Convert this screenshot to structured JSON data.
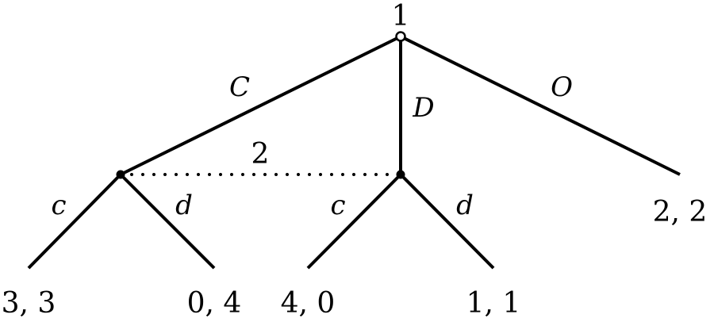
{
  "root": {
    "player": "1"
  },
  "info_set": {
    "player": "2"
  },
  "actions": {
    "root_left": "C",
    "root_middle": "D",
    "root_right": "O",
    "left_node_left": "c",
    "left_node_right": "d",
    "middle_node_left": "c",
    "middle_node_right": "d"
  },
  "payoffs": {
    "C_c": "3, 3",
    "C_d": "0, 4",
    "D_c": "4, 0",
    "D_d": "1, 1",
    "O": "2, 2"
  }
}
